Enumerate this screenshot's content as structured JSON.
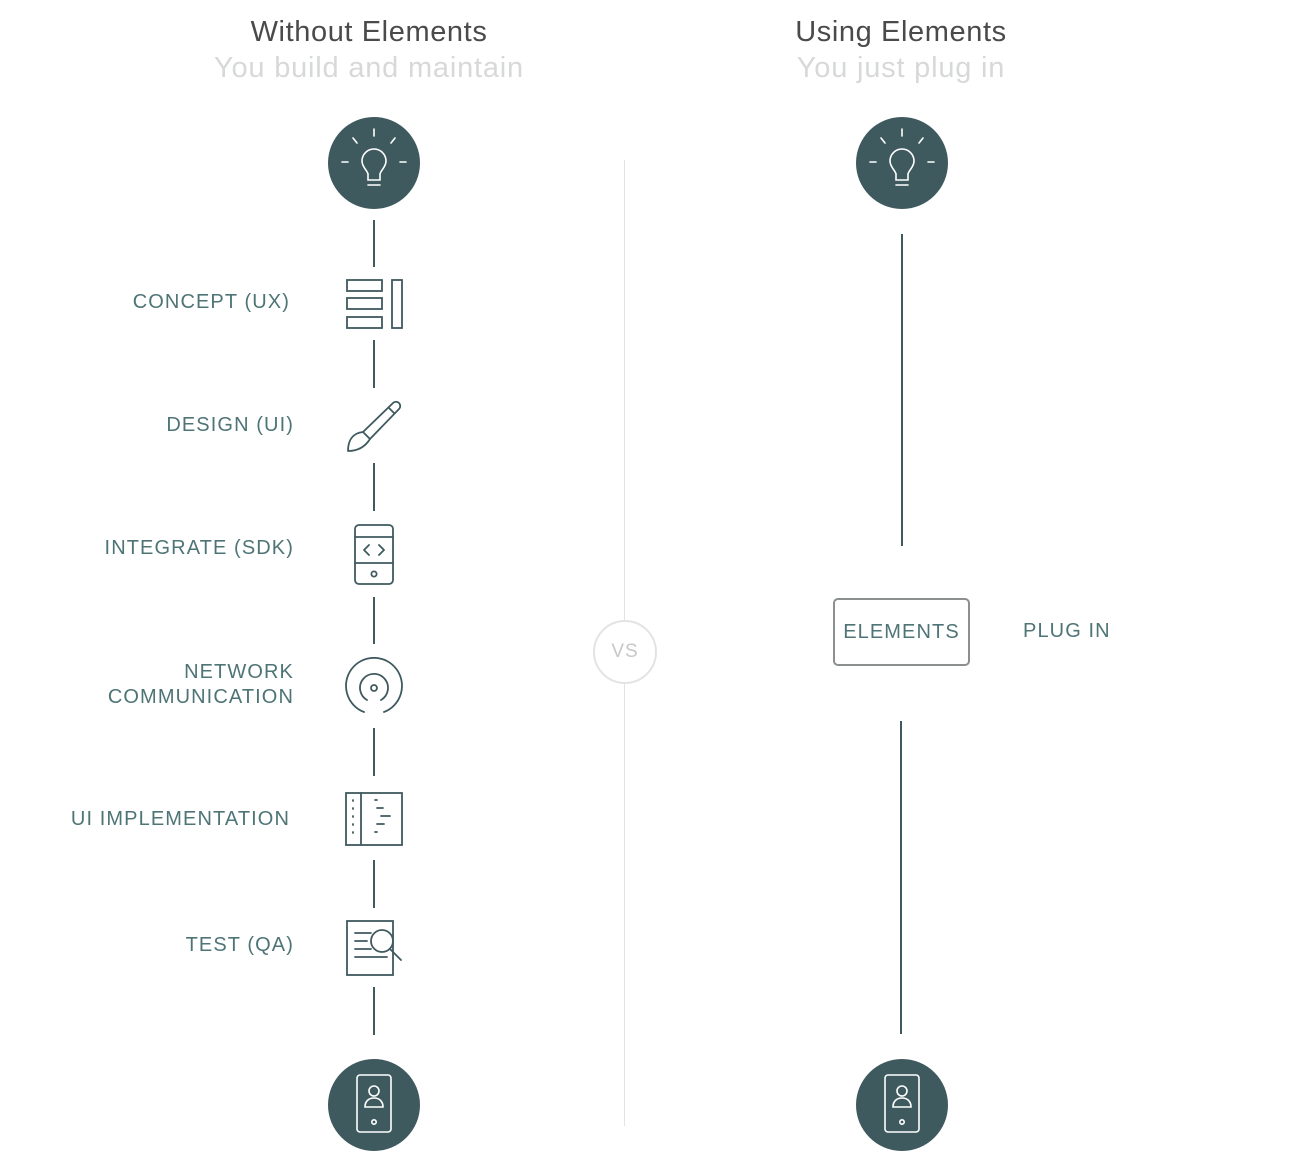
{
  "left_column": {
    "title": "Without Elements",
    "subtitle": "You build and maintain",
    "start_icon": "lightbulb-icon",
    "end_icon": "phone-user-icon",
    "steps": [
      {
        "label": "CONCEPT (UX)",
        "icon": "wireframe-layout-icon"
      },
      {
        "label": "DESIGN (UI)",
        "icon": "paintbrush-icon"
      },
      {
        "label": "INTEGRATE (SDK)",
        "icon": "phone-code-icon"
      },
      {
        "label": "NETWORK\nCOMMUNICATION",
        "icon": "signal-icon"
      },
      {
        "label": "UI IMPLEMENTATION",
        "icon": "code-panel-icon"
      },
      {
        "label": "TEST (QA)",
        "icon": "document-search-icon"
      }
    ]
  },
  "divider": {
    "vs_label": "VS"
  },
  "right_column": {
    "title": "Using Elements",
    "subtitle": "You just plug in",
    "start_icon": "lightbulb-icon",
    "end_icon": "phone-user-icon",
    "box_label": "ELEMENTS",
    "box_caption": "PLUG IN"
  },
  "colors": {
    "dark_teal": "#3f5a5f",
    "label_teal": "#4e7476",
    "title_gray": "#4a4a4a",
    "subtitle_gray": "#d7d9d8",
    "divider_gray": "#e3e3e3"
  }
}
